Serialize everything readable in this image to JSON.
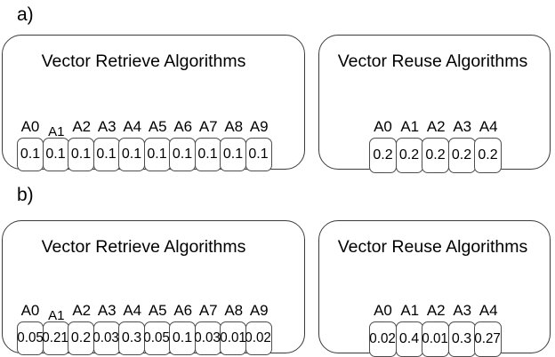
{
  "figure": {
    "subfigures": [
      {
        "letter": "a)",
        "panels": [
          {
            "title": "Vector Retrieve Algorithms",
            "labels": [
              "A0",
              "A1",
              "A2",
              "A3",
              "A4",
              "A5",
              "A6",
              "A7",
              "A8",
              "A9"
            ],
            "values": [
              "0.1",
              "0.1",
              "0.1",
              "0.1",
              "0.1",
              "0.1",
              "0.1",
              "0.1",
              "0.1",
              "0.1"
            ]
          },
          {
            "title": "Vector Reuse Algorithms",
            "labels": [
              "A0",
              "A1",
              "A2",
              "A3",
              "A4"
            ],
            "values": [
              "0.2",
              "0.2",
              "0.2",
              "0.2",
              "0.2"
            ]
          }
        ]
      },
      {
        "letter": "b)",
        "panels": [
          {
            "title": "Vector Retrieve Algorithms",
            "labels": [
              "A0",
              "A1",
              "A2",
              "A3",
              "A4",
              "A5",
              "A6",
              "A7",
              "A8",
              "A9"
            ],
            "values": [
              "0.05",
              "0.21",
              "0.2",
              "0.03",
              "0.3",
              "0.05",
              "0.1",
              "0.03",
              "0.01",
              "0.02"
            ]
          },
          {
            "title": "Vector Reuse Algorithms",
            "labels": [
              "A0",
              "A1",
              "A2",
              "A3",
              "A4"
            ],
            "values": [
              "0.02",
              "0.4",
              "0.01",
              "0.3",
              "0.27"
            ]
          }
        ]
      }
    ],
    "colors": {
      "background": "#ffffff",
      "panel_border": "#3a3a3a",
      "cell_border": "#4d4d4d",
      "text": "#000000"
    }
  }
}
